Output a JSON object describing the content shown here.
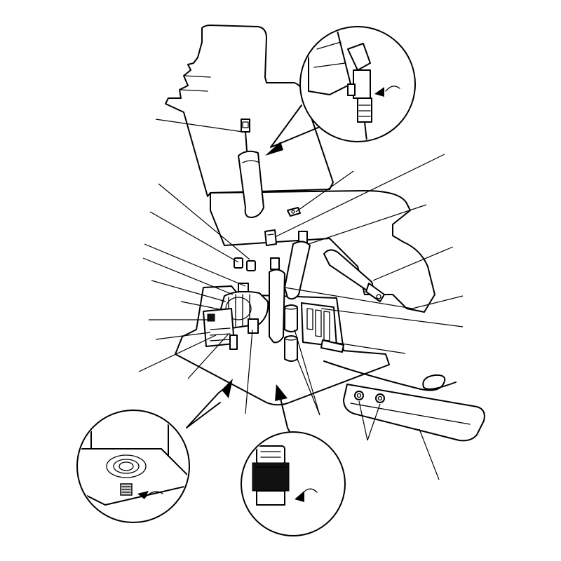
{
  "diagram": {
    "type": "exploded-parts-drawing",
    "subject": "chair",
    "callouts": [
      {
        "name": "fitting-detail"
      },
      {
        "name": "base-bearing-detail"
      },
      {
        "name": "filter-detail"
      }
    ],
    "colors": {
      "line": "#000000",
      "background": "#ffffff",
      "shade": "#cfcfcf"
    }
  }
}
